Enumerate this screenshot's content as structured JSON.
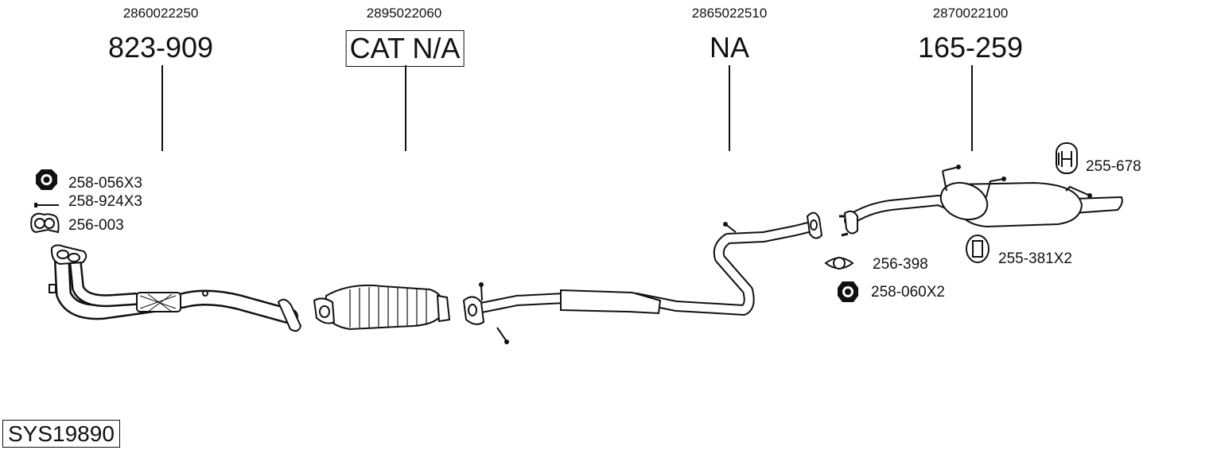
{
  "system_id": "SYS19890",
  "parts": [
    {
      "oe_number": "2860022250",
      "part_number": "823-909",
      "boxed": false
    },
    {
      "oe_number": "2895022060",
      "part_number": "CAT N/A",
      "boxed": true
    },
    {
      "oe_number": "2865022510",
      "part_number": "NA",
      "boxed": false
    },
    {
      "oe_number": "2870022100",
      "part_number": "165-259",
      "boxed": false
    }
  ],
  "accessories": [
    {
      "part_number": "258-056X3",
      "icon": "hex-nut-icon"
    },
    {
      "part_number": "258-924X3",
      "icon": "bolt-icon"
    },
    {
      "part_number": "256-003",
      "icon": "gasket-icon"
    },
    {
      "part_number": "255-678",
      "icon": "rubber-hanger-icon"
    },
    {
      "part_number": "256-398",
      "icon": "gasket-icon"
    },
    {
      "part_number": "255-381X2",
      "icon": "rubber-mount-icon"
    },
    {
      "part_number": "258-060X2",
      "icon": "hex-nut-icon"
    }
  ]
}
